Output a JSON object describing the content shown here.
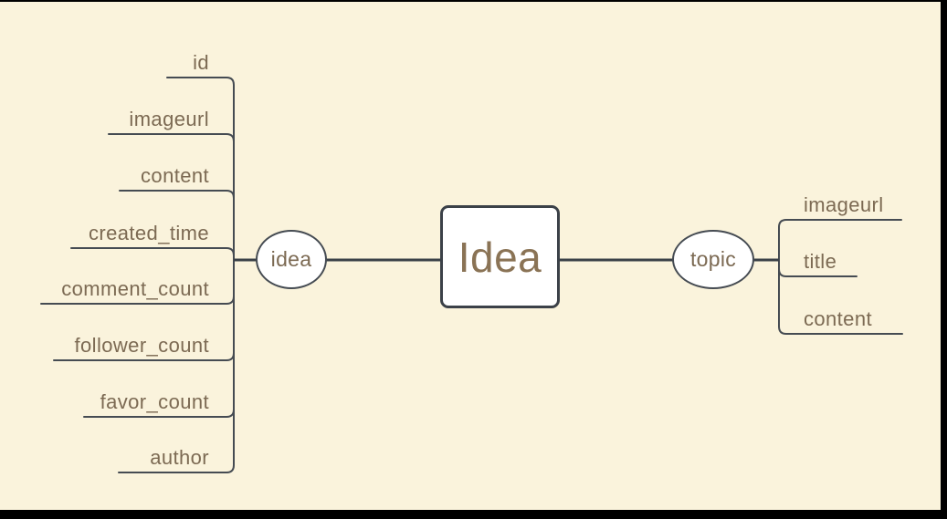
{
  "diagram": {
    "center": {
      "label": "Idea"
    },
    "left_group": {
      "label": "idea",
      "items": [
        "id",
        "imageurl",
        "content",
        "created_time",
        "comment_count",
        "follower_count",
        "favor_count",
        "author"
      ]
    },
    "right_group": {
      "label": "topic",
      "items": [
        "imageurl",
        "title",
        "content"
      ]
    },
    "colors": {
      "canvas_background": "#FAF3DC",
      "frame": "#000000",
      "trunk_line": "#3B4148",
      "branch_line": "#454B52",
      "attribute_text": "#7C6A53",
      "center_text": "#8A7355",
      "node_fill": "#FFFFFF"
    }
  }
}
